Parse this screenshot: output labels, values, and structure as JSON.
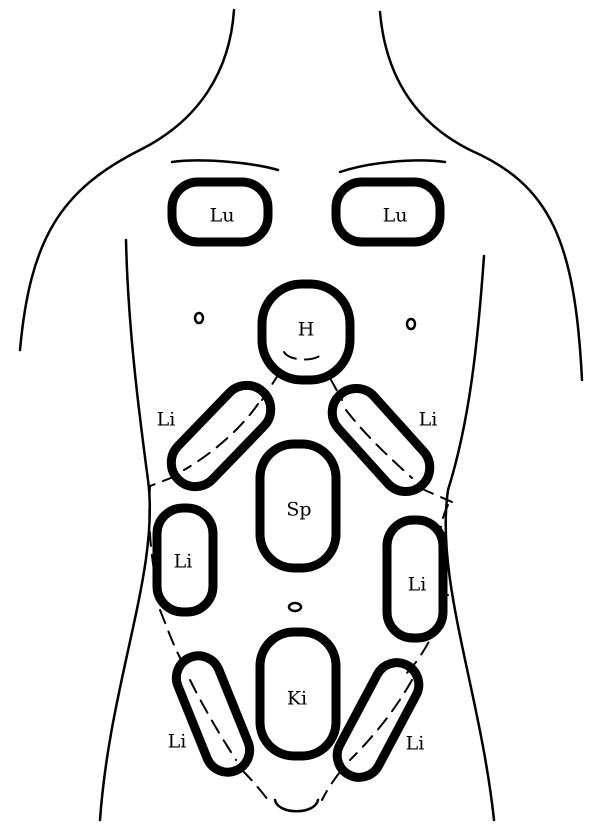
{
  "diagram": {
    "labels": {
      "lung_left": "Lu",
      "lung_right": "Lu",
      "heart": "H",
      "liver_upper_left": "Li",
      "liver_upper_right": "Li",
      "spleen": "Sp",
      "liver_mid_left": "Li",
      "liver_mid_right": "Li",
      "kidney": "Ki",
      "liver_lower_left": "Li",
      "liver_lower_right": "Li"
    }
  }
}
